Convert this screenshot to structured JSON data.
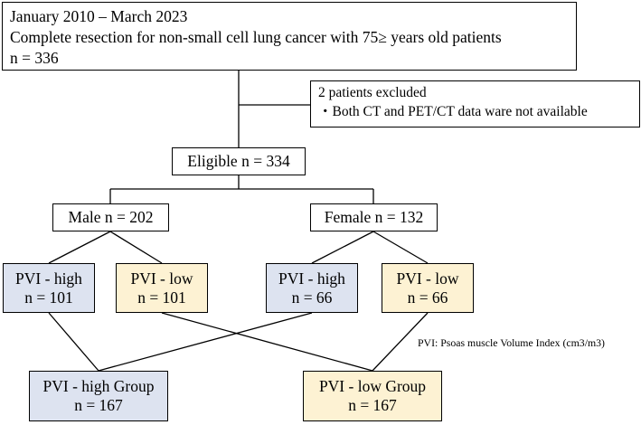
{
  "top": {
    "line1": "January 2010 – March 2023",
    "line2": "Complete resection for non-small cell lung cancer with 75≥ years old patients",
    "line3": "n = 336"
  },
  "excluded": {
    "line1": "2 patients excluded",
    "line2": "・Both CT and PET/CT data ware not available"
  },
  "eligible": {
    "label": "Eligible n = 334"
  },
  "male": {
    "label": "Male n = 202",
    "high": {
      "label": "PVI - high",
      "n": "n = 101"
    },
    "low": {
      "label": "PVI - low",
      "n": "n = 101"
    }
  },
  "female": {
    "label": "Female n = 132",
    "high": {
      "label": "PVI - high",
      "n": "n = 66"
    },
    "low": {
      "label": "PVI - low",
      "n": "n = 66"
    }
  },
  "groups": {
    "high": {
      "label": "PVI - high Group",
      "n": "n = 167"
    },
    "low": {
      "label": "PVI - low Group",
      "n": "n = 167"
    }
  },
  "footnote": "PVI: Psoas muscle Volume Index (cm3/m3)",
  "colors": {
    "high_fill": "#dde3f0",
    "low_fill": "#fdf2d3",
    "line": "#000000"
  }
}
